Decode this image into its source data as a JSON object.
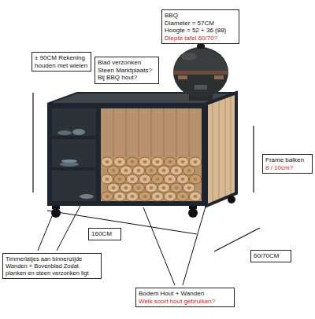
{
  "diagram": {
    "nodes": [
      {
        "text": [
          "BBQ",
          "Diameter = 57CM",
          "Hoogte = 52 + 36 (88)",
          "Diepte tafel 60/70?"
        ]
      },
      {
        "text": [
          "± 90CM Rekening houden met wielen"
        ]
      },
      {
        "text": [
          "Blad verzonken Steen Marktplaats? Bij BBQ hout?"
        ]
      },
      {
        "text": [
          "Frame balken",
          "8 / 10cm?"
        ]
      },
      {
        "text": [
          "160CM"
        ]
      },
      {
        "text": [
          "60/70CM"
        ]
      },
      {
        "text": [
          "Timmerlatjes aan binnenzijde Wanden + Bovenblad Zodat planken en steen verzonken ligt"
        ]
      },
      {
        "text": [
          "Bodem Hout + Wanden",
          "Welk soort hout gebruiken?"
        ]
      }
    ]
  }
}
